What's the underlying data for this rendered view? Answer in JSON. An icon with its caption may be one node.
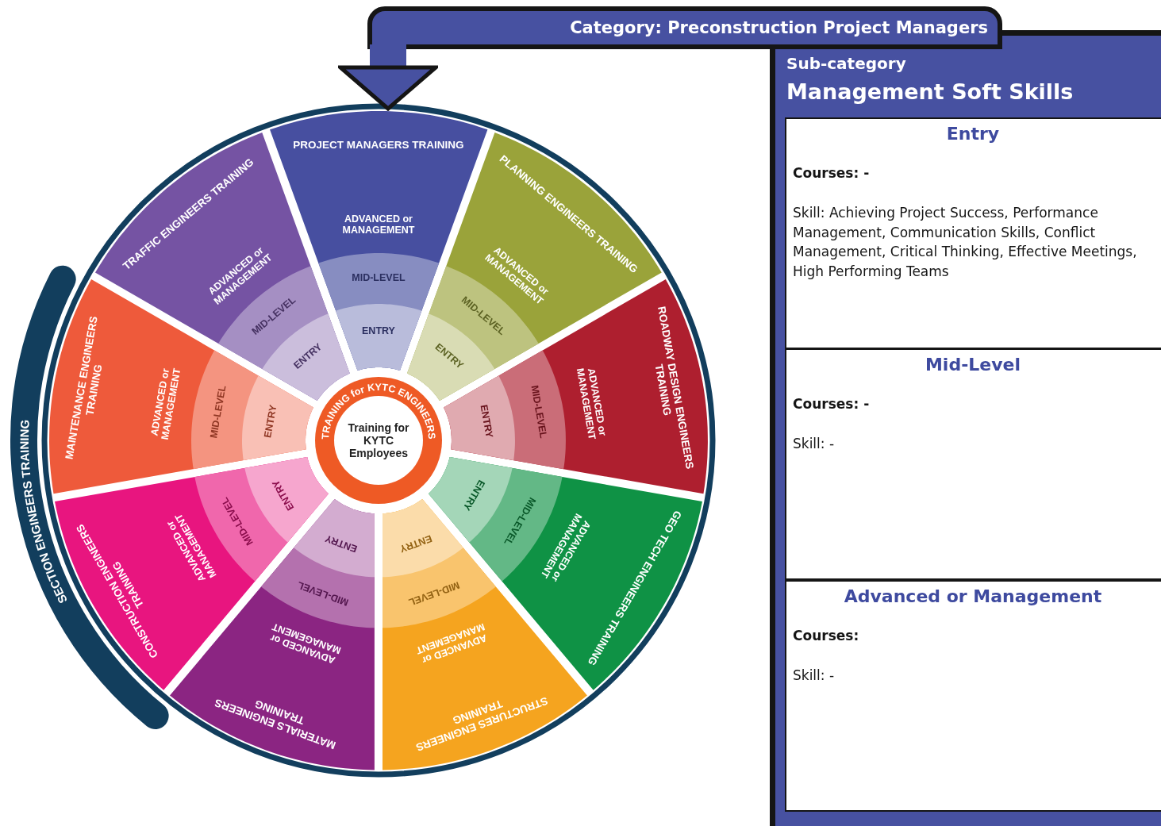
{
  "diagram": {
    "nodes": [
      {
        "text": [
          "TRAINING for KYTC ENGINEERS",
          "Training for KYTC Employees"
        ]
      },
      {
        "text": [
          "PROJECT MANAGERS TRAINING",
          "ADVANCED or MANAGEMENT",
          "MID-LEVEL",
          "ENTRY"
        ]
      },
      {
        "text": [
          "PLANNING ENGINEERS TRAINING",
          "ADVANCED or MANAGEMENT",
          "MID-LEVEL",
          "ENTRY"
        ]
      },
      {
        "text": [
          "ROADWAY DESIGN ENGINEERS TRAINING",
          "ADVANCED or MANAGEMENT",
          "MID-LEVEL",
          "ENTRY"
        ]
      },
      {
        "text": [
          "GEO TECH ENGINEERS TRAINING",
          "ADVANCED or MANAGEMENT",
          "MID-LEVEL",
          "ENTRY"
        ]
      },
      {
        "text": [
          "STRUCTURES ENGINEERS TRAINING",
          "ADVANCED or MANAGEMENT",
          "MID-LEVEL",
          "ENTRY"
        ]
      },
      {
        "text": [
          "MATERIALS ENGINEERS TRAINING",
          "ADVANCED or MANAGEMENT",
          "MID-LEVEL",
          "ENTRY"
        ]
      },
      {
        "text": [
          "CONSTRUCTION ENGINEERS TRAINING",
          "ADVANCED or MANAGEMENT",
          "MID-LEVEL",
          "ENTRY"
        ]
      },
      {
        "text": [
          "MAINTENANCE ENGINEERS TRAINING",
          "ADVANCED or MANAGEMENT",
          "MID-LEVEL",
          "ENTRY"
        ]
      },
      {
        "text": [
          "TRAFFIC ENGINEERS TRAINING",
          "ADVANCED or MANAGEMENT",
          "MID-LEVEL",
          "ENTRY"
        ]
      },
      {
        "text": [
          "SECTION ENGINEERS TRAINING"
        ]
      },
      {
        "text": [
          "Category: Preconstruction Project Managers"
        ]
      },
      {
        "text": [
          "Sub-category",
          "Management Soft Skills"
        ]
      },
      {
        "text": [
          "Entry",
          "Courses: -",
          "Skill: Achieving Project Success, Performance Management, Communication Skills, Conflict Management, Critical Thinking, Effective Meetings, High Performing Teams"
        ],
        "in": 12
      },
      {
        "text": [
          "Mid-Level",
          "Courses: -",
          "Skill: -"
        ],
        "in": 12
      },
      {
        "text": [
          "Advanced or Management",
          "Courses:",
          "Skill: -"
        ],
        "in": 12
      }
    ],
    "edges": [
      {
        "from": 11,
        "to": 1,
        "arrow": "to",
        "color": "#4751a1"
      }
    ]
  }
}
